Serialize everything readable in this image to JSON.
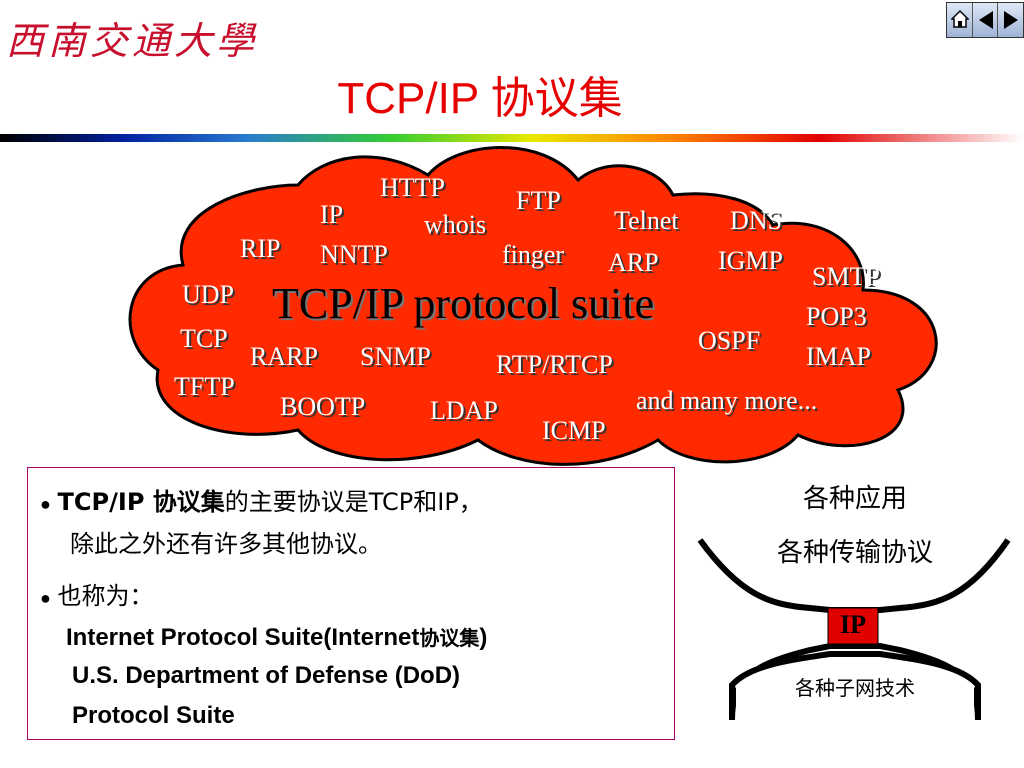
{
  "header": {
    "logo_text": "西南交通大學",
    "title": "TCP/IP 协议集"
  },
  "nav": {
    "buttons": [
      {
        "name": "home-icon"
      },
      {
        "name": "previous-icon"
      },
      {
        "name": "next-icon"
      }
    ]
  },
  "colors": {
    "accent": "#e60000",
    "cloud_fill": "#ff2a00",
    "box_border": "#b00060"
  },
  "cloud": {
    "title": "TCP/IP protocol suite",
    "protocols": [
      "HTTP",
      "FTP",
      "IP",
      "whois",
      "Telnet",
      "DNS",
      "RIP",
      "NNTP",
      "finger",
      "ARP",
      "IGMP",
      "SMTP",
      "UDP",
      "POP3",
      "TCP",
      "OSPF",
      "RARP",
      "SNMP",
      "RTP/RTCP",
      "IMAP",
      "TFTP",
      "BOOTP",
      "LDAP",
      "and many more...",
      "ICMP"
    ]
  },
  "bullets": {
    "b1_bold": "TCP/IP 协议集",
    "b1_rest": "的主要协议是TCP和IP，",
    "b1_line2": "除此之外还有许多其他协议。",
    "b2": "也称为：",
    "l1_a": "Internet Protocol Suite(Internet",
    "l1_b": "协议集",
    "l1_c": ")",
    "l2": "U.S. Department of Defense (DoD)",
    "l3": "Protocol Suite"
  },
  "diagram": {
    "top1": "各种应用",
    "top2": "各种传输协议",
    "ip": "IP",
    "bottom": "各种子网技术"
  }
}
